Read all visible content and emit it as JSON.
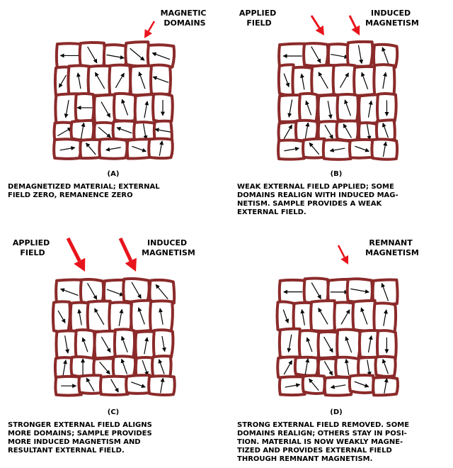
{
  "panels": [
    {
      "id": "A",
      "letter": "(A)",
      "labels": [
        [
          "MAGNETIC",
          "DOMAINS"
        ]
      ],
      "caption": [
        "DEMAGNETIZED MATERIAL; EXTERNAL",
        "FIELD ZERO, REMANENCE ZERO"
      ]
    },
    {
      "id": "B",
      "letter": "(B)",
      "labels": [
        [
          "APPLIED",
          "FIELD"
        ],
        [
          "INDUCED",
          "MAGNETISM"
        ]
      ],
      "caption": [
        "WEAK EXTERNAL FIELD APPLIED; SOME",
        "DOMAINS REALIGN WITH INDUCED MAG-",
        "NETISM. SAMPLE PROVIDES A WEAK",
        "EXTERNAL FIELD."
      ]
    },
    {
      "id": "C",
      "letter": "(C)",
      "labels": [
        [
          "APPLIED",
          "FIELD"
        ],
        [
          "INDUCED",
          "MAGNETISM"
        ]
      ],
      "caption": [
        "STRONGER EXTERNAL FIELD ALIGNS",
        "MORE DOMAINS; SAMPLE PROVIDES",
        "MORE INDUCED MAGNETISM AND",
        "RESULTANT EXTERNAL FIELD."
      ]
    },
    {
      "id": "D",
      "letter": "(D)",
      "labels": [
        [
          "REMNANT",
          "MAGNETISM"
        ]
      ],
      "caption": [
        "STRONG EXTERNAL FIELD REMOVED. SOME",
        "DOMAINS REALIGN; OTHERS STAY IN POSI-",
        "TION. MATERIAL IS NOW WEAKLY MAGNE-",
        "TIZED AND PROVIDES EXTERNAL FIELD",
        "THROUGH REMNANT MAGNETISM."
      ]
    }
  ],
  "colors": {
    "domain_wall": "#8b2a2a",
    "field_arrow": "#e8141c",
    "domain_arrow": "#000000"
  },
  "domain_arrow_angles_deg": {
    "A": [
      180,
      60,
      10,
      40,
      200,
      120,
      260,
      240,
      300,
      250,
      200,
      100,
      180,
      60,
      250,
      280,
      90,
      330,
      280,
      40,
      200,
      80,
      190,
      350,
      230,
      170,
      20,
      280,
      260,
      300,
      160
    ],
    "B": [
      180,
      60,
      10,
      80,
      250,
      70,
      260,
      240,
      300,
      250,
      280,
      100,
      250,
      80,
      250,
      280,
      90,
      300,
      280,
      60,
      240,
      80,
      250,
      350,
      230,
      170,
      20,
      280,
      260,
      300,
      160
    ],
    "C": [
      200,
      60,
      20,
      60,
      230,
      60,
      260,
      240,
      280,
      250,
      260,
      80,
      250,
      60,
      250,
      280,
      80,
      280,
      270,
      50,
      250,
      70,
      250,
      0,
      240,
      60,
      20,
      280,
      260,
      280,
      70
    ],
    "D": [
      180,
      60,
      0,
      10,
      250,
      70,
      260,
      240,
      300,
      250,
      280,
      100,
      250,
      60,
      250,
      280,
      90,
      300,
      280,
      60,
      260,
      80,
      250,
      350,
      230,
      170,
      20,
      280,
      260,
      300,
      160
    ]
  }
}
